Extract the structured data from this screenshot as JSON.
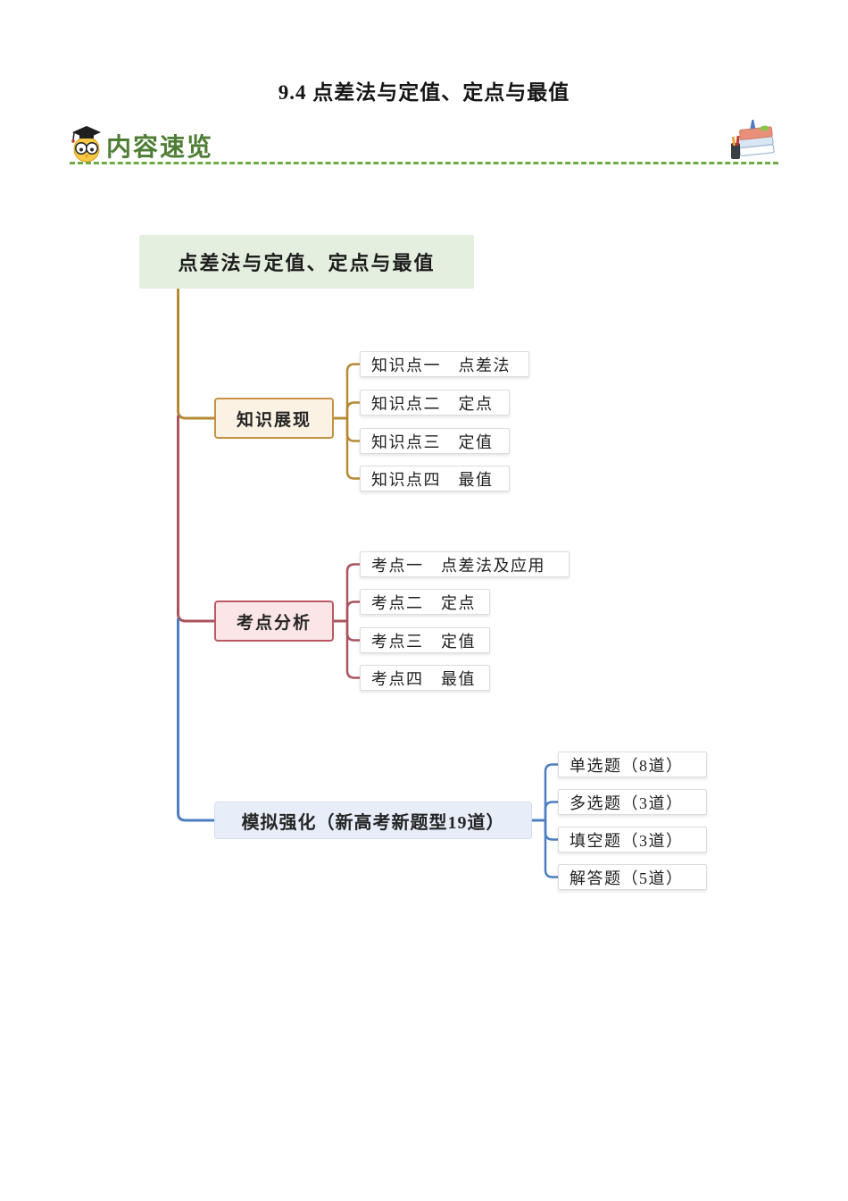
{
  "page": {
    "title": "9.4 点差法与定值、定点与最值"
  },
  "section_header": {
    "label": "内容速览",
    "left_icon": "owl-scholar-icon",
    "right_icon": "books-stack-icon"
  },
  "mindmap": {
    "root": {
      "label": "点差法与定值、定点与最值"
    },
    "branches": [
      {
        "label": "知识展现",
        "color": "#b58a35",
        "children": [
          "知识点一　点差法",
          "知识点二　定点",
          "知识点三　定值",
          "知识点四　最值"
        ]
      },
      {
        "label": "考点分析",
        "color": "#a9545e",
        "children": [
          "考点一　点差法及应用",
          "考点二　定点",
          "考点三　定值",
          "考点四　最值"
        ]
      },
      {
        "label": "模拟强化（新高考新题型19道）",
        "color": "#4d7ec0",
        "children": [
          "单选题（8道）",
          "多选题（3道）",
          "填空题（3道）",
          "解答题（5道）"
        ]
      }
    ]
  },
  "colors": {
    "header_green": "#4e7e35",
    "divider_green": "#6faa46",
    "root_bg": "#e4efdf",
    "branch_knowledge_bg": "#fcf2e4",
    "branch_knowledge_border": "#c59245",
    "branch_exam_bg": "#fbe5e6",
    "branch_exam_border": "#bb5a64",
    "branch_mock_bg": "#e7edf9",
    "line_gold": "#b58a35",
    "line_maroon": "#a9545e",
    "line_blue": "#4d7ec0"
  }
}
